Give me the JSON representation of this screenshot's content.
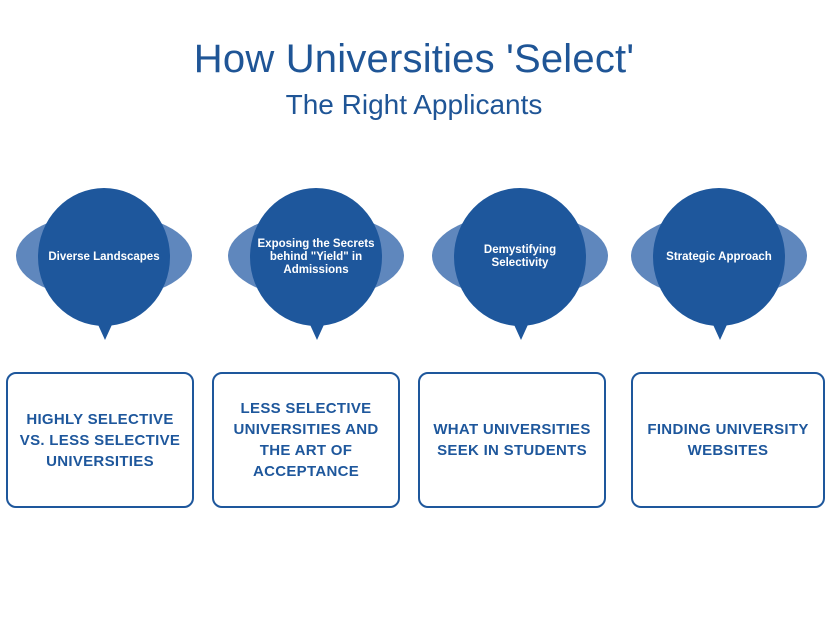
{
  "title": "How Universities 'Select'",
  "subtitle": "The Right Applicants",
  "colors": {
    "primary": "#1e579c",
    "secondary": "#5f87bd",
    "title": "#1f5596"
  },
  "columns": [
    {
      "bubble": "Diverse Landscapes",
      "box": "HIGHLY SELECTIVE VS. LESS SELECTIVE UNIVERSITIES"
    },
    {
      "bubble": "Exposing the Secrets behind \"Yield\" in Admissions",
      "box": "LESS SELECTIVE UNIVERSITIES AND THE ART OF ACCEPTANCE"
    },
    {
      "bubble": "Demystifying Selectivity",
      "box": "WHAT UNIVERSITIES SEEK IN STUDENTS"
    },
    {
      "bubble": "Strategic Approach",
      "box": "FINDING UNIVERSITY WEBSITES"
    }
  ]
}
